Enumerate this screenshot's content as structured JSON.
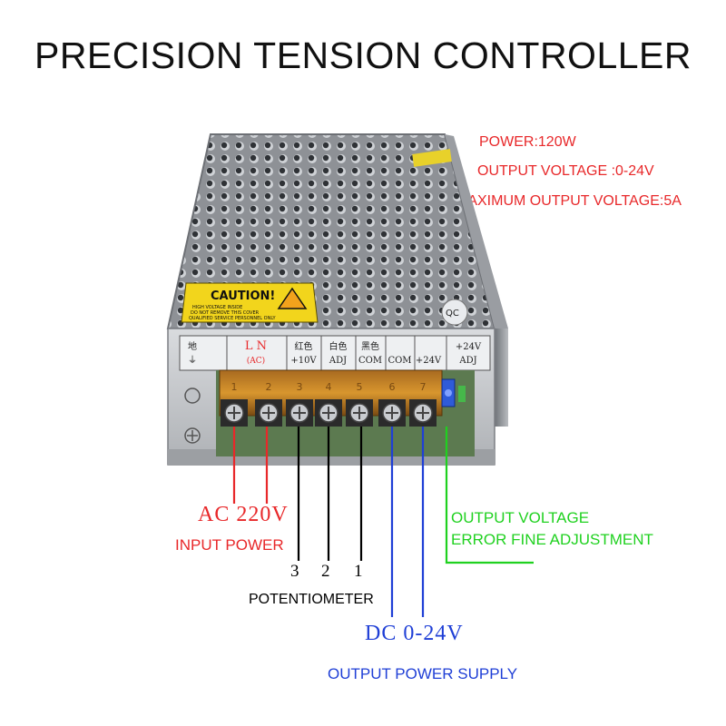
{
  "title": "PRECISION TENSION CONTROLLER",
  "colors": {
    "spec": "#e8282a",
    "ac": "#e8282a",
    "dc": "#1f3fd6",
    "trim": "#1fd11f",
    "pot": "#000000"
  },
  "specs": {
    "power": "POWER:120W",
    "output_voltage": "OUTPUT VOLTAGE :0-24V",
    "max_output": "MAXIMUM OUTPUT VOLTAGE:5A"
  },
  "device": {
    "caution_title": "CAUTION!",
    "caution_lines": [
      "HIGH VOLTAGE INSIDE",
      "DO NOT REMOVE THIS COVER",
      "QUALIFIED SERVICE PERSONNEL ONLY"
    ],
    "qc_label": "QC",
    "terminal_labels": [
      {
        "top": "地",
        "bottom": "⏚"
      },
      {
        "top": "L   N",
        "bottom": "(AC)"
      },
      {
        "top": "红色",
        "bottom": "+10V"
      },
      {
        "top": "白色",
        "bottom": "ADJ"
      },
      {
        "top": "黑色",
        "bottom": "COM"
      },
      {
        "top": "",
        "bottom": "COM"
      },
      {
        "top": "",
        "bottom": "+24V"
      },
      {
        "top": "+24V",
        "bottom": "ADJ"
      }
    ],
    "terminal_numbers": [
      "1",
      "2",
      "3",
      "4",
      "5",
      "6",
      "7"
    ]
  },
  "labels": {
    "ac_voltage": "AC 220V",
    "input_power": "INPUT POWER",
    "pot_numbers": [
      "3",
      "2",
      "1"
    ],
    "potentiometer": "POTENTIOMETER",
    "dc_voltage": "DC 0-24V",
    "output_supply": "OUTPUT POWER SUPPLY",
    "trim_line1": "OUTPUT VOLTAGE",
    "trim_line2": "ERROR FINE ADJUSTMENT"
  }
}
